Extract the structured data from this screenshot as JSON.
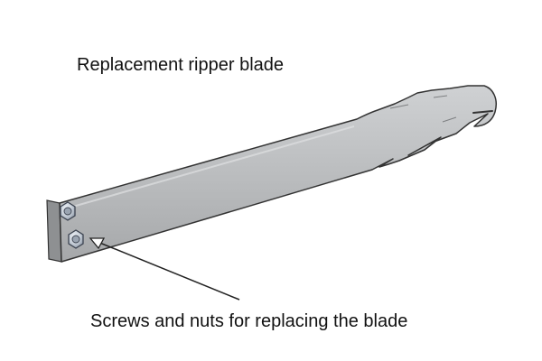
{
  "labels": {
    "title": "Replacement ripper blade",
    "callout": "Screws and nuts for replacing the blade"
  },
  "parts": {
    "blade": "ripper-blade",
    "fasteners": [
      "hex-nut",
      "hex-nut"
    ],
    "pointer": "arrow"
  },
  "colors": {
    "blade_fill": "#b9bbbd",
    "blade_outline": "#333333",
    "nut_fill": "#c4ccd6",
    "arrow": "#222222",
    "text": "#111111",
    "background": "#ffffff"
  }
}
